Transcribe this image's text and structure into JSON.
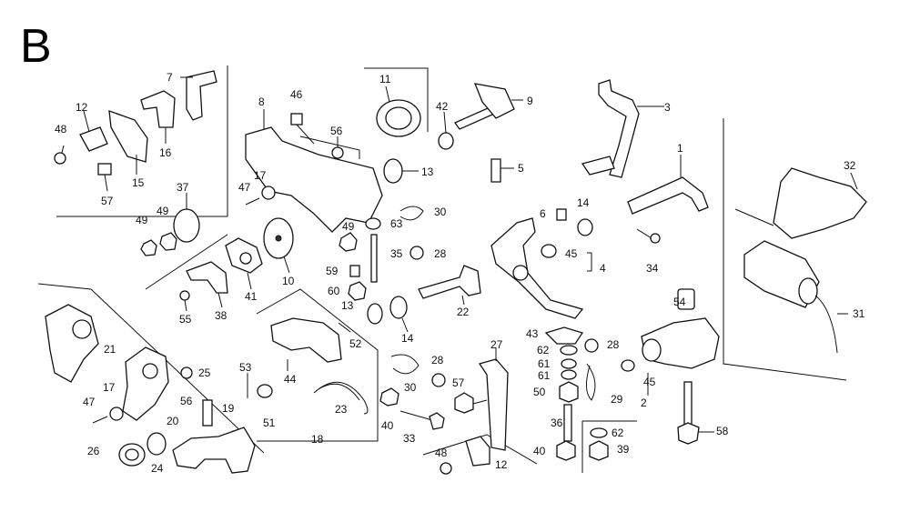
{
  "diagram": {
    "section_letter": "B",
    "callouts": {
      "c1": "1",
      "c2": "2",
      "c3": "3",
      "c4": "4",
      "c5": "5",
      "c6": "6",
      "c7": "7",
      "c8": "8",
      "c9": "9",
      "c10": "10",
      "c11": "11",
      "c12a": "12",
      "c12b": "12",
      "c13a": "13",
      "c13b": "13",
      "c14a": "14",
      "c14b": "14",
      "c15": "15",
      "c16": "16",
      "c17a": "17",
      "c17b": "17",
      "c18": "18",
      "c19": "19",
      "c20": "20",
      "c21": "21",
      "c22": "22",
      "c23": "23",
      "c24": "24",
      "c25": "25",
      "c26": "26",
      "c27": "27",
      "c28a": "28",
      "c28b": "28",
      "c28c": "28",
      "c29": "29",
      "c30a": "30",
      "c30b": "30",
      "c31": "31",
      "c32": "32",
      "c33": "33",
      "c34": "34",
      "c35": "35",
      "c36": "36",
      "c37": "37",
      "c38": "38",
      "c39": "39",
      "c40a": "40",
      "c40b": "40",
      "c41": "41",
      "c42": "42",
      "c43": "43",
      "c44": "44",
      "c45a": "45",
      "c45b": "45",
      "c46": "46",
      "c47a": "47",
      "c47b": "47",
      "c48a": "48",
      "c48b": "48",
      "c49a": "49",
      "c49b": "49",
      "c49c": "49",
      "c50": "50",
      "c51": "51",
      "c52": "52",
      "c53": "53",
      "c54": "54",
      "c55": "55",
      "c56a": "56",
      "c56b": "56",
      "c57a": "57",
      "c57b": "57",
      "c58": "58",
      "c59": "59",
      "c60": "60",
      "c61a": "61",
      "c61b": "61",
      "c62a": "62",
      "c62b": "62",
      "c63": "63"
    }
  }
}
